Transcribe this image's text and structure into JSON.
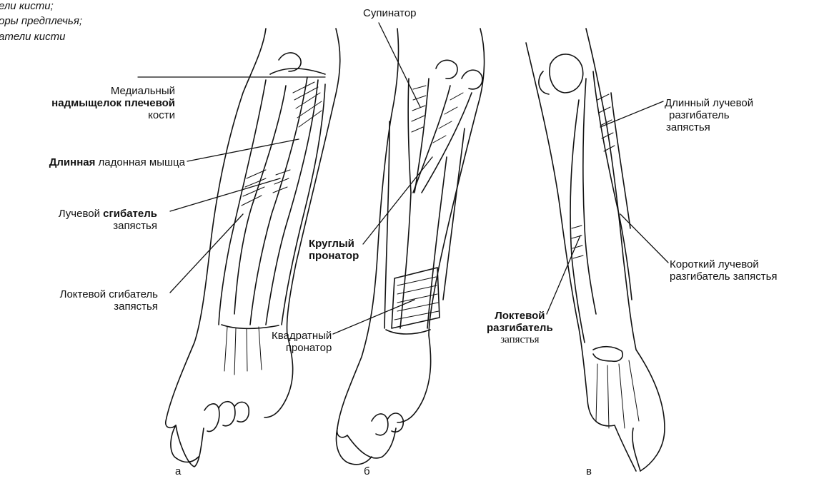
{
  "caption": {
    "line1": "ели кисти;",
    "line2": "оры предплечья;",
    "line3": "атели кисти"
  },
  "labels": {
    "supinator": "Супинатор",
    "medial_epicondyle": [
      "Медиальный",
      "надмыщелок плечевой",
      "кости"
    ],
    "palmaris_longus_bold": "Длинная",
    "palmaris_longus_rest": " ладонная мышца",
    "fcr_a": "Лучевой ",
    "fcr_b": "сгибатель",
    "fcr_c": "запястья",
    "fcu": [
      "Локтевой сгибатель",
      "запястья"
    ],
    "pronator_teres": [
      "Круглый",
      "пронатор"
    ],
    "pronator_quadratus": [
      "Квадратный",
      "пронатор"
    ],
    "ecrl": [
      "Длинный лучевой",
      "разгибатель",
      "запястья"
    ],
    "ecrb": [
      "Короткий лучевой",
      "разгибатель  запястья"
    ],
    "ecu": [
      "Локтевой",
      "разгибатель",
      "запястья"
    ]
  },
  "panels": {
    "a": "а",
    "b": "б",
    "c": "в"
  }
}
